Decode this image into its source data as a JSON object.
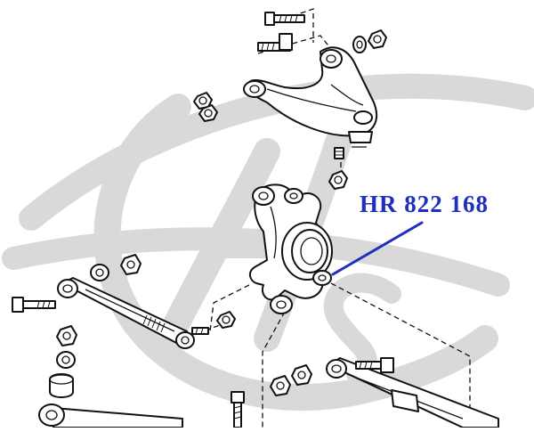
{
  "callout": {
    "part_number": "HR 822 168",
    "color": "#1f2fbf"
  },
  "watermark": {
    "color": "#d9d9d9"
  },
  "icons": [
    "suspension-exploded-diagram",
    "company-logo-watermark"
  ]
}
